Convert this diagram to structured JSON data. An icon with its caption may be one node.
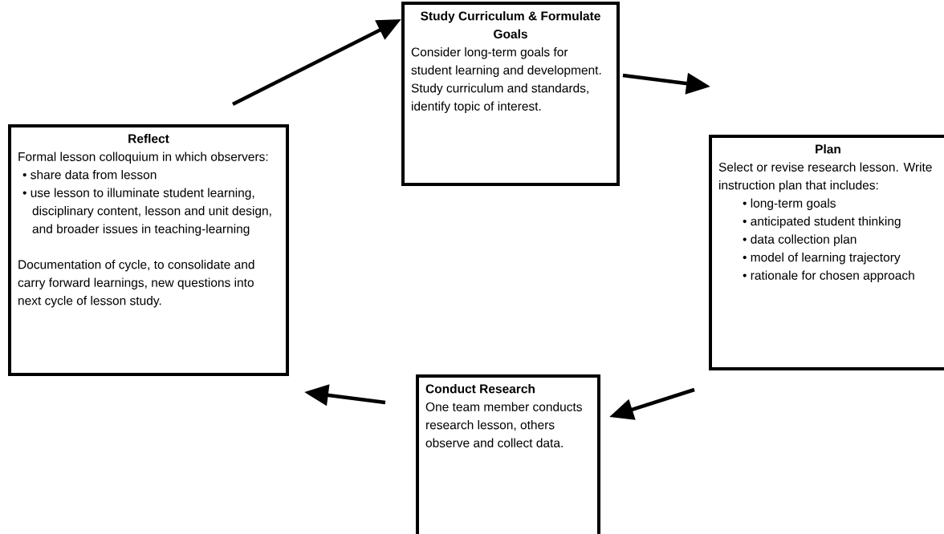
{
  "diagram": {
    "nodes": [
      {
        "text": [
          "Study Curriculum & Formulate Goals",
          "Consider long-term goals for student learning and development.",
          "Study curriculum and standards, identify topic of interest."
        ]
      },
      {
        "text": [
          "Plan",
          "Select or revise research lesson. Write instruction plan that includes:",
          "• long-term goals",
          "• anticipated student thinking",
          "• data collection plan",
          "• model of learning trajectory",
          "• rationale for chosen approach"
        ]
      },
      {
        "text": [
          "Conduct Research",
          "One team member conducts research lesson, others observe and collect data."
        ]
      },
      {
        "text": [
          "Reflect",
          "Formal lesson colloquium in which observers:",
          "• share data from lesson",
          "• use lesson to illuminate student learning, disciplinary content, lesson and unit design, and broader issues in teaching-learning",
          "Documentation of cycle, to consolidate and carry forward learnings, new questions into next cycle of lesson study."
        ]
      }
    ],
    "edges": [
      {
        "from": 3,
        "to": 0,
        "arrow": "to"
      },
      {
        "from": 0,
        "to": 1,
        "arrow": "to"
      },
      {
        "from": 1,
        "to": 2,
        "arrow": "to"
      },
      {
        "from": 2,
        "to": 3,
        "arrow": "to"
      }
    ]
  }
}
